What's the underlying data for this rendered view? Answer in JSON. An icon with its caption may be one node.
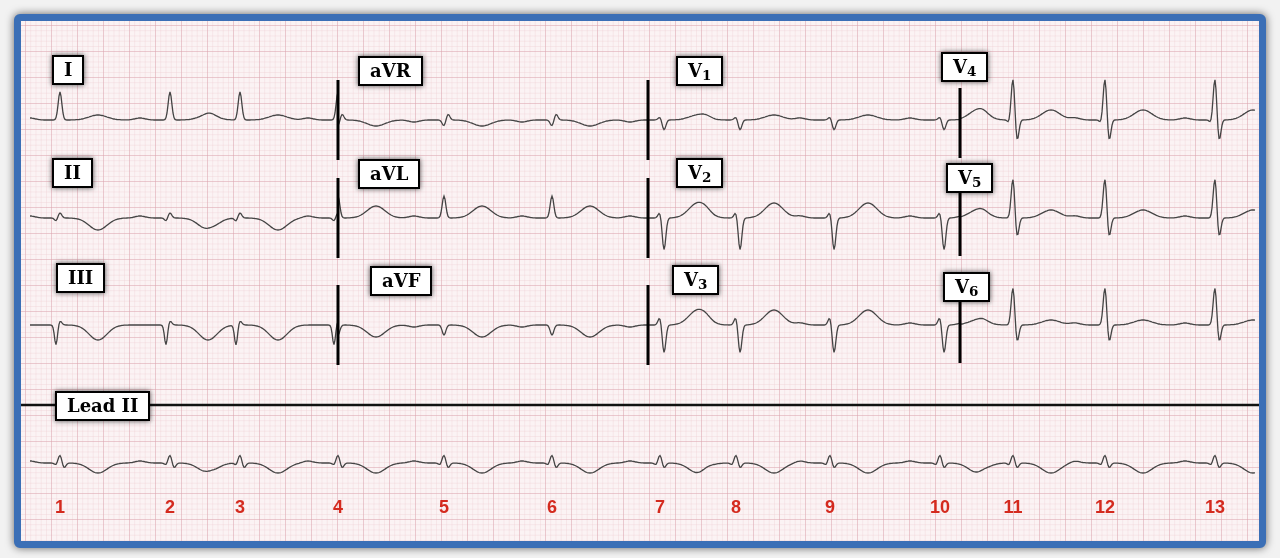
{
  "diagram": {
    "nodes": [
      {
        "text": [
          "I"
        ]
      },
      {
        "text": [
          "aVR"
        ]
      },
      {
        "text": [
          "V$_{1}$"
        ]
      },
      {
        "text": [
          "V$_{4}$"
        ]
      },
      {
        "text": [
          "II"
        ]
      },
      {
        "text": [
          "aVL"
        ]
      },
      {
        "text": [
          "V$_{2}$"
        ]
      },
      {
        "text": [
          "V$_{5}$"
        ]
      },
      {
        "text": [
          "III"
        ]
      },
      {
        "text": [
          "aVF"
        ]
      },
      {
        "text": [
          "V$_{3}$"
        ]
      },
      {
        "text": [
          "V$_{6}$"
        ]
      },
      {
        "text": [
          "Lead II"
        ]
      }
    ],
    "labels": [
      "1",
      "2",
      "3",
      "4",
      "5",
      "6",
      "7",
      "8",
      "9",
      "10",
      "11",
      "12",
      "13"
    ]
  }
}
